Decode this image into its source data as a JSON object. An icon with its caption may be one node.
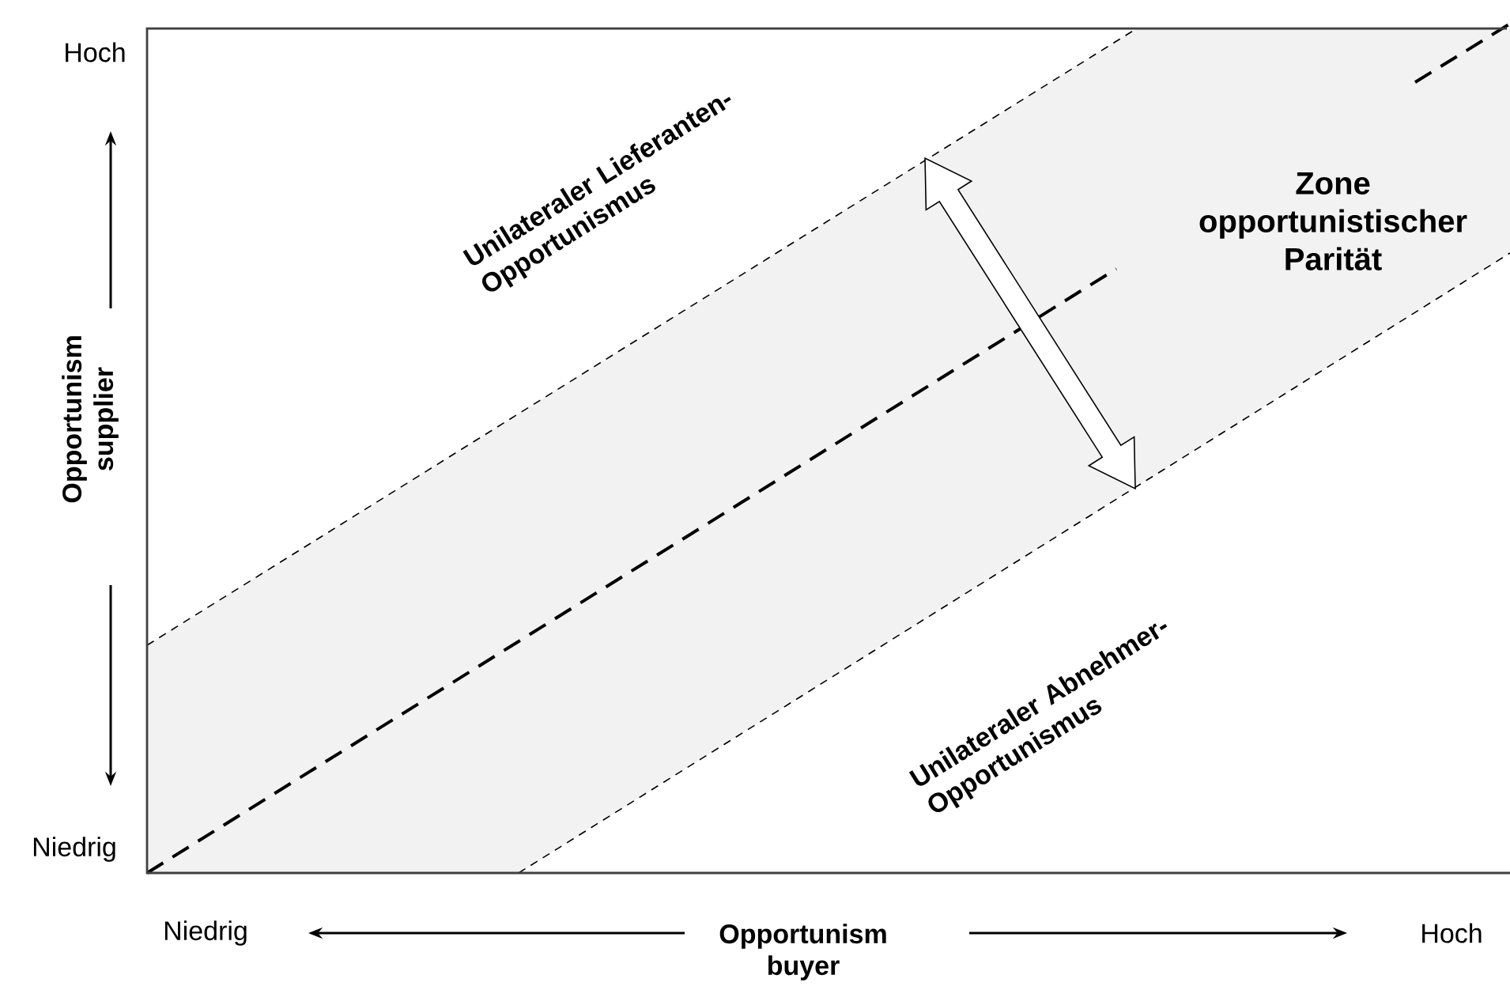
{
  "diagram": {
    "labels": [
      "Hoch",
      "Unilateraler Lieferanten-Opportunismus",
      "Zone opportunistischer Parität",
      "Opportunism supplier",
      "Unilateraler Abnehmer-Opportunismus",
      "Niedrig",
      "Niedrig",
      "Opportunism buyer",
      "Hoch"
    ]
  }
}
